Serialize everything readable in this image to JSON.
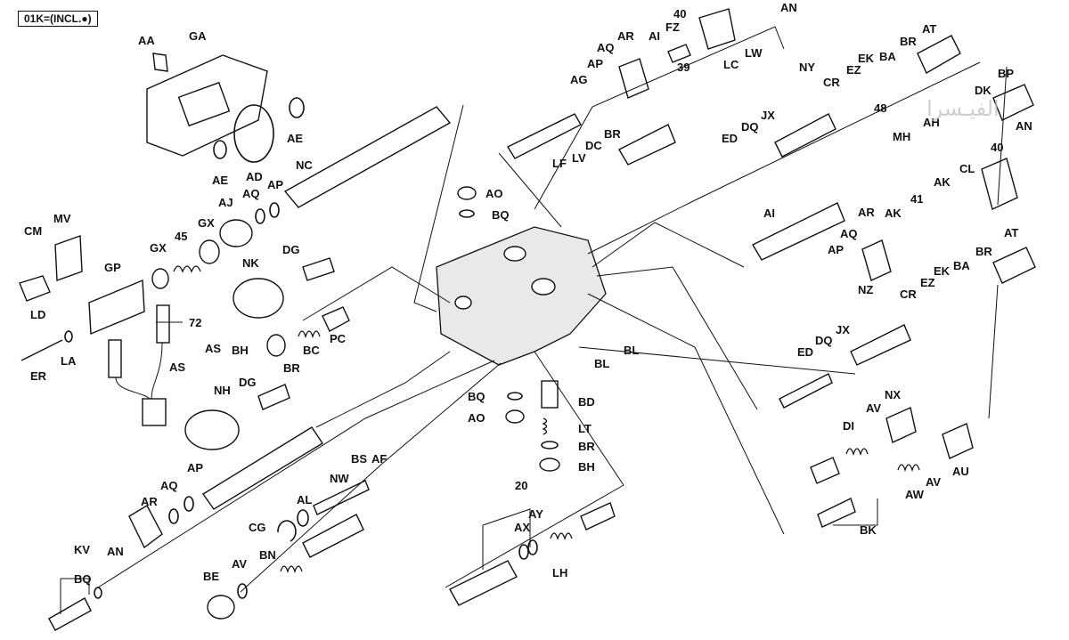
{
  "legend": "01K=(INCL.●)",
  "labels": [
    "AA",
    "GA",
    "AE",
    "AD",
    "AE",
    "NC",
    "AJ",
    "AQ",
    "AP",
    "GX",
    "45",
    "GX",
    "NK",
    "DG",
    "CM",
    "MV",
    "GP",
    "72",
    "AS",
    "AS",
    "LD",
    "LA",
    "ER",
    "BH",
    "BR",
    "BC",
    "PC",
    "NH",
    "DG",
    "AP",
    "AQ",
    "AR",
    "AN",
    "KV",
    "BQ",
    "AL",
    "NW",
    "BS",
    "AF",
    "CG",
    "BE",
    "AV",
    "BN",
    "AO",
    "BQ",
    "BQ",
    "AO",
    "BD",
    "LT",
    "BR",
    "BH",
    "BL",
    "BL",
    "20",
    "AX",
    "AY",
    "LH",
    "40",
    "AN",
    "AR",
    "AI",
    "FZ",
    "AQ",
    "AP",
    "AG",
    "39",
    "LC",
    "LW",
    "NY",
    "BR",
    "AT",
    "EK",
    "EZ",
    "BA",
    "CR",
    "48",
    "BP",
    "DK",
    "AH",
    "AN",
    "LF",
    "LV",
    "DC",
    "BR",
    "ED",
    "DQ",
    "JX",
    "MH",
    "40",
    "CL",
    "AK",
    "41",
    "AK",
    "AI",
    "AR",
    "AQ",
    "AP",
    "AT",
    "BR",
    "BA",
    "EK",
    "EZ",
    "CR",
    "NZ",
    "JX",
    "DQ",
    "ED",
    "DI",
    "AV",
    "NX",
    "AW",
    "AV",
    "AU",
    "BK"
  ],
  "watermark": "الفيـسرا"
}
